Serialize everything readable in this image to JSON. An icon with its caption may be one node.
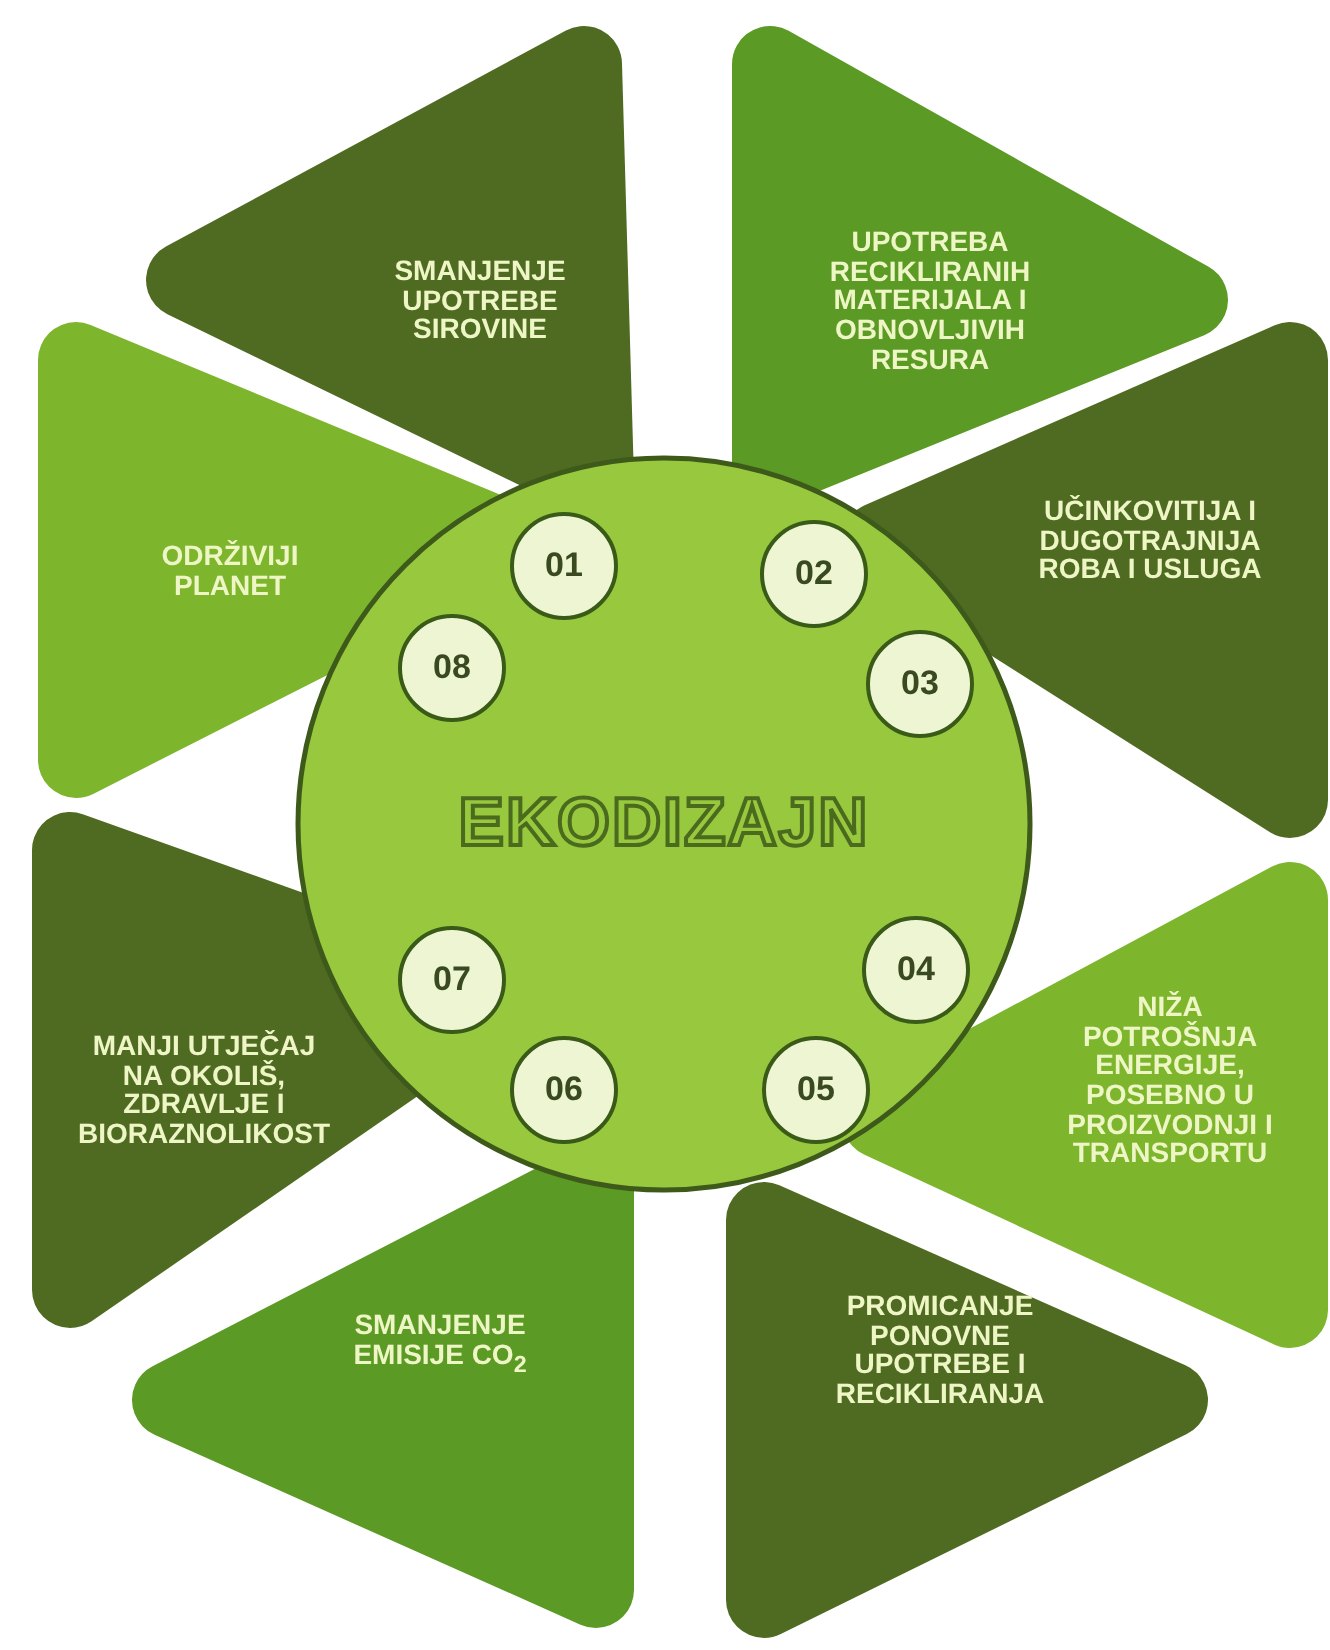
{
  "diagram": {
    "nodes": [
      {
        "text": [
          "SMANJENJE UPOTREBE SIROVINE"
        ]
      },
      {
        "text": [
          "UPOTREBA RECIKLIRANIH MATERIJALA I OBNOVLJIVIH RESURA"
        ]
      },
      {
        "text": [
          "UČINKOVITIJA I DUGOTRAJNIJA ROBA I USLUGA"
        ]
      },
      {
        "text": [
          "NIŽA POTROŠNJA ENERGIJE, POSEBNO U PROIZVODNJI I TRANSPORTU"
        ]
      },
      {
        "text": [
          "PROMICANJE PONOVNE UPOTREBE I RECIKLIRANJA"
        ]
      },
      {
        "text": [
          "SMANJENJE EMISIJE CO$_{2}$"
        ]
      },
      {
        "text": [
          "MANJI UTJEČAJ NA OKOLIŠ, ZDRAVLJE I BIORAZNOLIKOST"
        ]
      },
      {
        "text": [
          "ODRŽIVIJI PLANET"
        ]
      },
      {
        "text": [
          "EKODIZAJN"
        ]
      },
      {
        "text": [
          "01"
        ],
        "in": 8
      },
      {
        "text": [
          "02"
        ],
        "in": 8
      },
      {
        "text": [
          "03"
        ],
        "in": 8
      },
      {
        "text": [
          "04"
        ],
        "in": 8
      },
      {
        "text": [
          "05"
        ],
        "in": 8
      },
      {
        "text": [
          "06"
        ],
        "in": 8
      },
      {
        "text": [
          "07"
        ],
        "in": 8
      },
      {
        "text": [
          "08"
        ],
        "in": 8
      }
    ]
  }
}
